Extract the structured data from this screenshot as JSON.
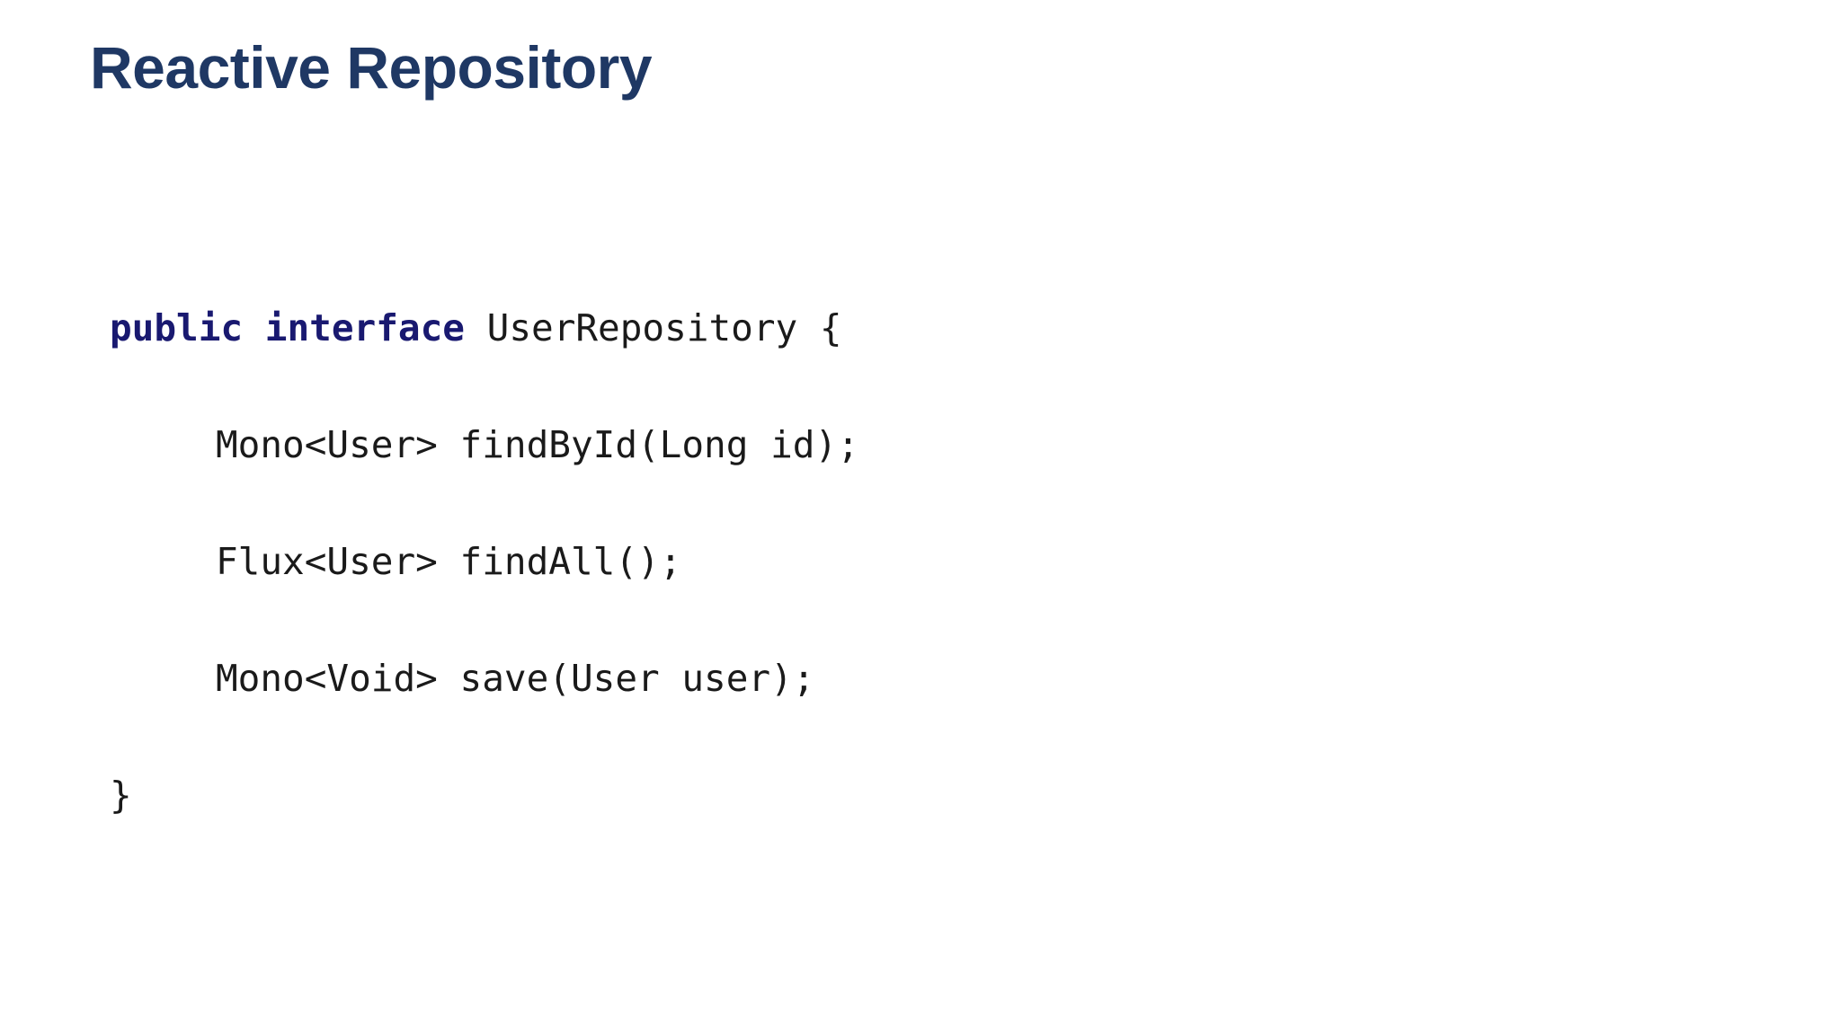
{
  "slide": {
    "title": "Reactive Repository",
    "background_color": "#ffffff",
    "title_color": "#1f3864"
  },
  "code": {
    "language": "java",
    "keyword_color": "#191970",
    "text_color": "#1a1a1a",
    "lines": [
      {
        "indent": false,
        "keywords": "public interface",
        "rest": " UserRepository {"
      },
      {
        "indent": true,
        "keywords": "",
        "rest": "Mono<User> findById(Long id);"
      },
      {
        "indent": true,
        "keywords": "",
        "rest": "Flux<User> findAll();"
      },
      {
        "indent": true,
        "keywords": "",
        "rest": "Mono<Void> save(User user);"
      },
      {
        "indent": false,
        "keywords": "",
        "rest": "}"
      }
    ]
  }
}
